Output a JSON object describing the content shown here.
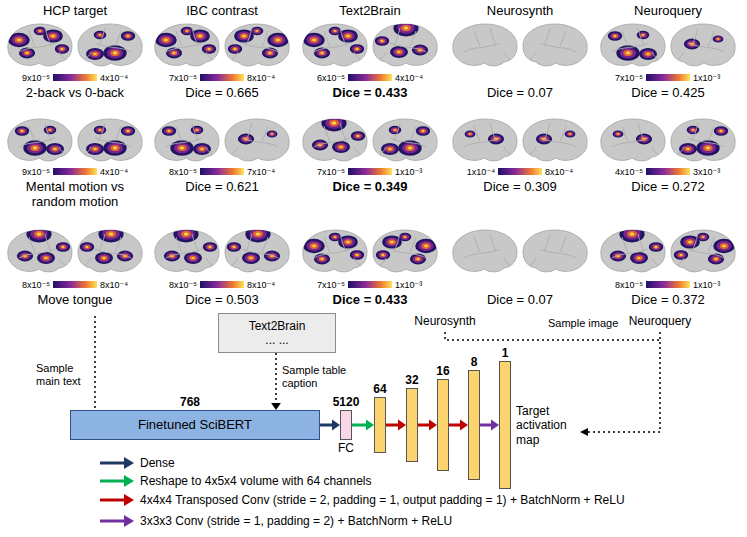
{
  "diagram": {
    "nodes": [
      {
        "text": [
          "Text2Brain",
          "... ..."
        ]
      },
      {
        "text": [
          "Finetuned SciBERT"
        ]
      },
      {
        "text": [
          "5120",
          "FC"
        ]
      },
      {
        "text": [
          "64"
        ]
      },
      {
        "text": [
          "32"
        ]
      },
      {
        "text": [
          "16"
        ]
      },
      {
        "text": [
          "8"
        ]
      },
      {
        "text": [
          "1"
        ]
      }
    ],
    "edges": [
      {
        "from": 0,
        "to": 1,
        "arrow": "to"
      },
      {
        "from": 1,
        "to": 2,
        "arrow": "to"
      },
      {
        "from": 2,
        "to": 3,
        "arrow": "to"
      },
      {
        "from": 3,
        "to": 4,
        "arrow": "to"
      },
      {
        "from": 4,
        "to": 5,
        "arrow": "to"
      },
      {
        "from": 5,
        "to": 6,
        "arrow": "to"
      },
      {
        "from": 6,
        "to": 7,
        "arrow": "to"
      }
    ],
    "labels": [
      "HCP target",
      "IBC contrast",
      "Text2Brain",
      "Neurosynth",
      "Neuroquery",
      "9x10⁻⁵",
      "4x10⁻⁴",
      "7x10⁻⁵",
      "8x10⁻⁴",
      "6x10⁻⁵",
      "4x10⁻⁴",
      "7x10⁻⁵",
      "1x10⁻³",
      "2-back vs 0-back",
      "Dice = 0.665",
      "Dice = 0.433",
      "Dice = 0.07",
      "Dice = 0.425",
      "9x10⁻⁵",
      "4x10⁻⁴",
      "8x10⁻⁵",
      "7x10⁻⁴",
      "7x10⁻⁵",
      "1x10⁻³",
      "1x10⁻⁴",
      "8x10⁻⁴",
      "4x10⁻⁵",
      "3x10⁻³",
      "Mental motion vs random motion",
      "Dice = 0.621",
      "Dice = 0.349",
      "Dice = 0.309",
      "Dice = 0.272",
      "8x10⁻⁵",
      "8x10⁻⁴",
      "8x10⁻⁵",
      "8x10⁻⁴",
      "7x10⁻⁵",
      "1x10⁻³",
      "8x10⁻⁵",
      "1x10⁻³",
      "Move tongue",
      "Dice = 0.503",
      "Dice = 0.433",
      "Dice = 0.07",
      "Dice = 0.372",
      "Neurosynth",
      "Neuroquery",
      "Sample image",
      "Sample main text",
      "Sample table caption",
      "768",
      "Target activation map"
    ],
    "legend": [
      {
        "text": "Dense"
      },
      {
        "text": "Reshape to 4x5x4 volume with 64 channels"
      },
      {
        "text": "4x4x4 Transposed Conv (stride = 2, padding = 1, output padding = 1) + BatchNorm + ReLU"
      },
      {
        "text": "3x3x3 Conv (stride = 1, padding = 2) + BatchNorm + ReLU"
      }
    ]
  }
}
